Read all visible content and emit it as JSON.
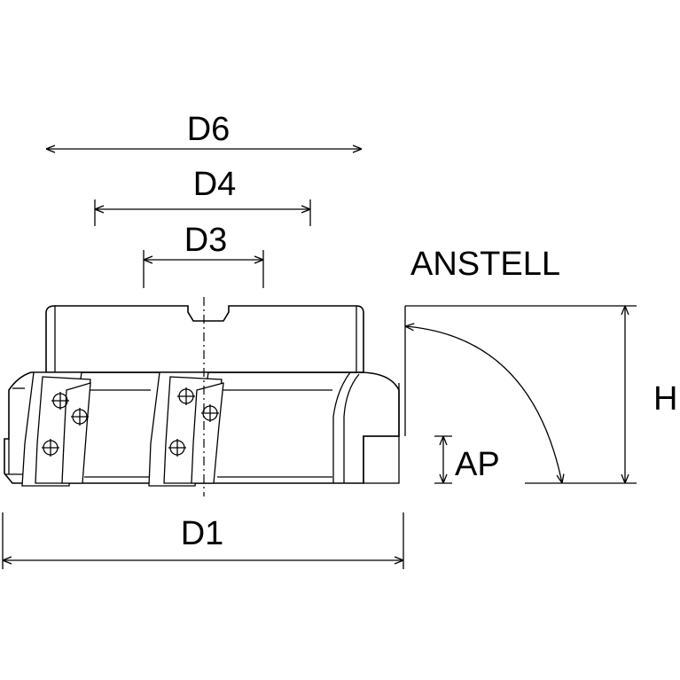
{
  "labels": {
    "d6": "D6",
    "d4": "D4",
    "d3": "D3",
    "anstell": "ANSTELL",
    "h": "H",
    "ap": "AP",
    "d1": "D1"
  }
}
